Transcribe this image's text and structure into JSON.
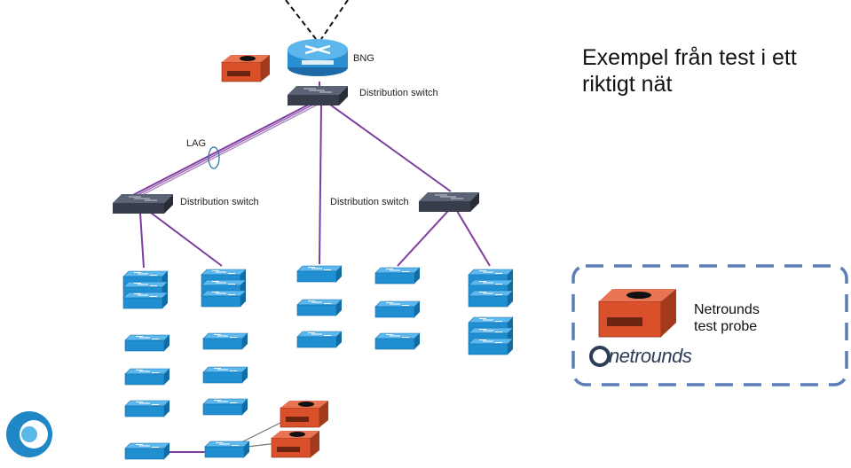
{
  "title": {
    "line1": "Exempel från test i ett",
    "line2": "riktigt nät"
  },
  "labels": {
    "bng": "BNG",
    "dist_top": "Distribution switch",
    "dist_left": "Distribution switch",
    "dist_mid": "Distribution switch",
    "lag": "LAG"
  },
  "legend": {
    "line1": "Netrounds",
    "line2": "test probe",
    "logo_text": "netrounds"
  },
  "colors": {
    "link": "#7e3d9e",
    "switch_blue": "#1f8fd1",
    "dist_switch": "#3a4150",
    "router": "#2a8fd0",
    "probe": "#d9502a",
    "legend_border": "#5a7fb7"
  }
}
